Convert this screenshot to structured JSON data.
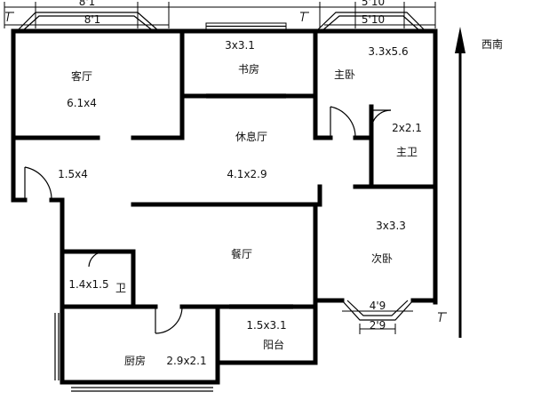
{
  "dimensions": {
    "top_left_partial": "8'1",
    "top_left": "8'1",
    "top_right_partial": "5'10",
    "top_right": "5'10",
    "bottom_right_outer": "4'9",
    "bottom_right_inner": "2'9"
  },
  "orientation": "西南",
  "rooms": [
    {
      "name": "客厅",
      "size": "6.1x4"
    },
    {
      "name": "书房",
      "size": "3x3.1"
    },
    {
      "name": "主卧",
      "size": "3.3x5.6"
    },
    {
      "name": "休息厅",
      "size": "4.1x2.9"
    },
    {
      "name": "主卫",
      "size": "2x2.1"
    },
    {
      "name": "",
      "size": "1.5x4"
    },
    {
      "name": "次卧",
      "size": "3x3.3"
    },
    {
      "name": "餐厅",
      "size": ""
    },
    {
      "name": "卫",
      "size": "1.4x1.5"
    },
    {
      "name": "阳台",
      "size": "1.5x3.1"
    },
    {
      "name": "厨房",
      "size": "2.9x2.1"
    }
  ]
}
